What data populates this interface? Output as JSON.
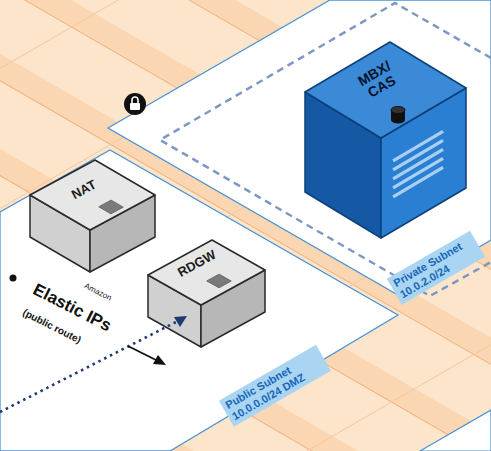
{
  "diagram": {
    "nodes": [
      {
        "text": [
          "Private Subnet 10.0.2.0/24"
        ]
      },
      {
        "text": [
          "MBX/ CAS"
        ],
        "in": 0
      },
      {
        "text": [
          "Public Subnet 10.0.0.0/24 DMZ"
        ]
      },
      {
        "text": [
          "NAT"
        ],
        "in": 2
      },
      {
        "text": [
          "RDGW"
        ],
        "in": 2
      }
    ],
    "labels": [
      "Amazon",
      "Elastic IPs",
      "(public route)"
    ]
  }
}
